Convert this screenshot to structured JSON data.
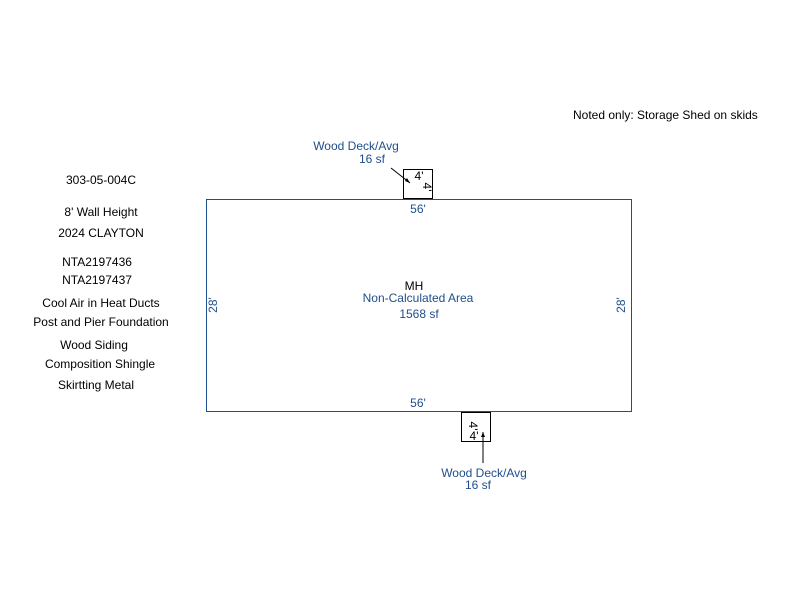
{
  "note": "Noted only: Storage Shed on skids",
  "parcel_info": [
    "303-05-004C",
    "8' Wall Height",
    "2024 CLAYTON",
    "NTA2197436",
    "NTA2197437",
    "Cool Air in Heat Ducts",
    "Post and Pier Foundation",
    "Wood Siding",
    "Composition Shingle",
    "Skirtting Metal"
  ],
  "main_structure": {
    "code": "MH",
    "area_label": "Non-Calculated Area",
    "area": "1568 sf",
    "top_dim": "56'",
    "bottom_dim": "56'",
    "left_dim": "28'",
    "right_dim": "28'"
  },
  "deck_top": {
    "label": "Wood Deck/Avg",
    "area": "16 sf",
    "dim_a": "4'",
    "dim_b": "4'"
  },
  "deck_bottom": {
    "label": "Wood Deck/Avg",
    "area": "16 sf",
    "dim_a": "4'",
    "dim_b": "4'"
  },
  "colors": {
    "line": "#1f4e8c",
    "label": "#1f4e8c",
    "text": "#000000"
  }
}
